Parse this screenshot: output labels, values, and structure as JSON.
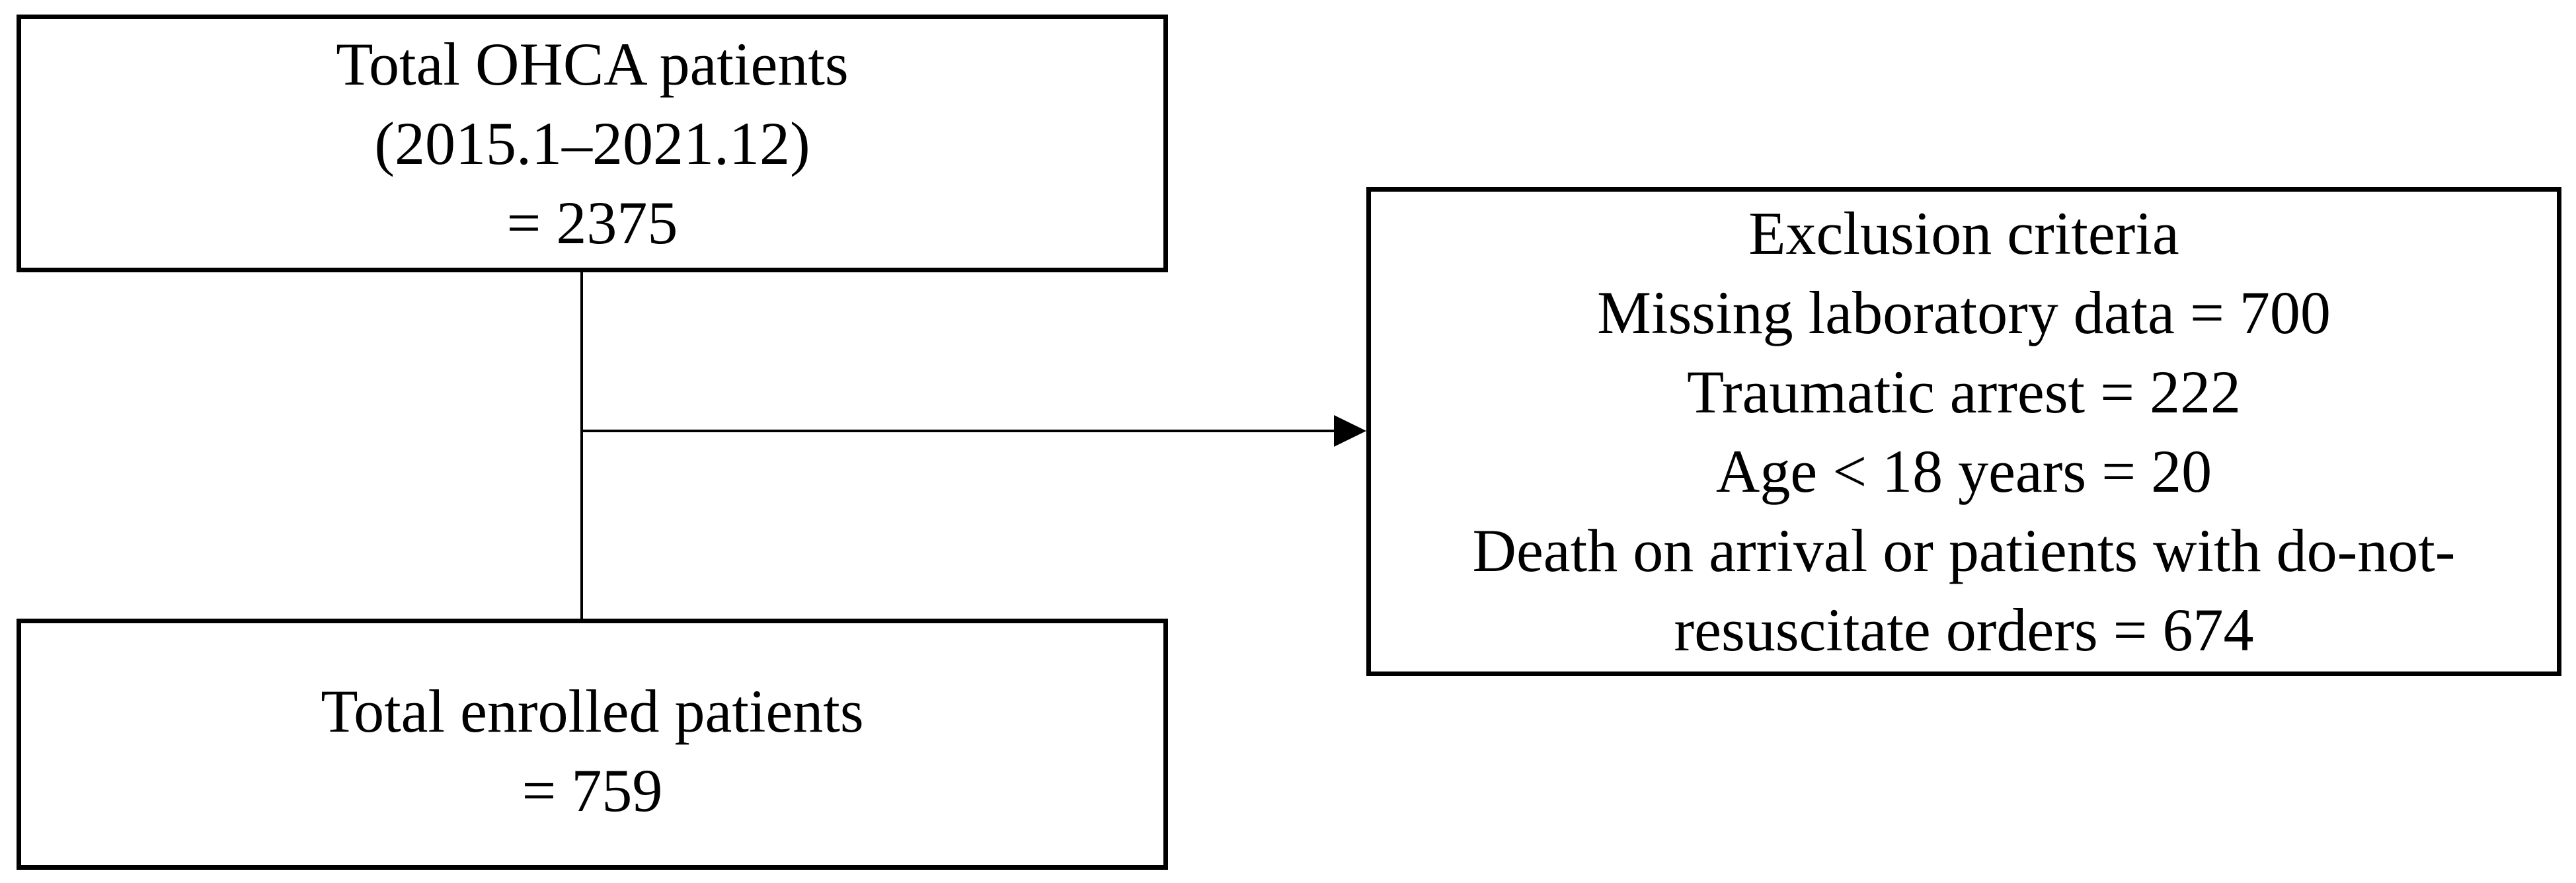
{
  "flowchart": {
    "total_box": {
      "lines": [
        "Total OHCA patients",
        "(2015.1–2021.12)",
        "= 2375"
      ]
    },
    "exclusion_box": {
      "lines": [
        "Exclusion criteria",
        "Missing laboratory data = 700",
        "Traumatic arrest = 222",
        "Age < 18 years = 20",
        "Death on arrival or patients with do-not-",
        "resuscitate orders = 674"
      ]
    },
    "enrolled_box": {
      "lines": [
        "Total enrolled patients",
        "= 759"
      ]
    }
  }
}
